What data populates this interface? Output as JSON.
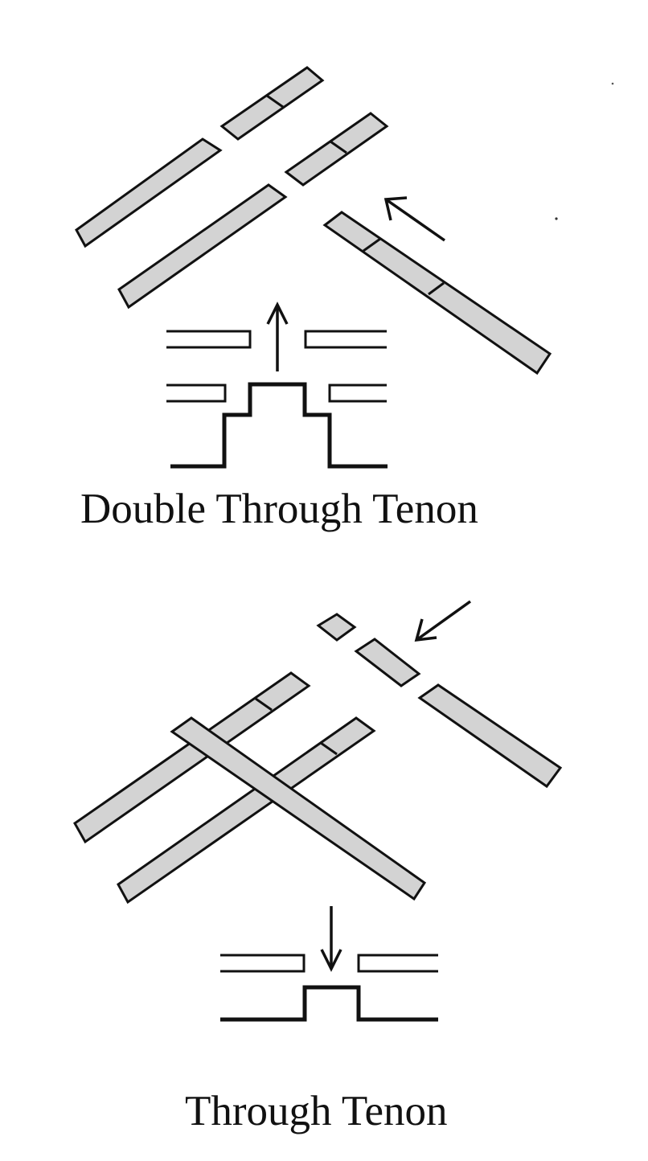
{
  "diagram": {
    "sections": [
      {
        "id": "double",
        "caption": "Double Through Tenon"
      },
      {
        "id": "single",
        "caption": "Through Tenon"
      }
    ]
  }
}
